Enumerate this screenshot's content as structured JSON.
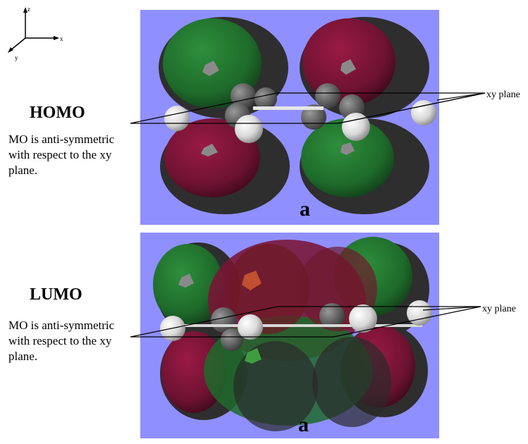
{
  "axes": {
    "x_label": "x",
    "y_label": "y",
    "z_label": "z"
  },
  "homo": {
    "title": "HOMO",
    "description": "MO is anti-symmetric with respect to the xy plane.",
    "plane_label": "xy plane",
    "symmetry_label": "a"
  },
  "lumo": {
    "title": "LUMO",
    "description": "MO is anti-symmetric with respect to the xy plane.",
    "plane_label": "xy plane",
    "symmetry_label": "a"
  },
  "colors": {
    "background": "#8f8fff",
    "positive_lobe": "#1f7a2e",
    "negative_lobe": "#7a1436",
    "shadow": "#2e2e2e"
  }
}
